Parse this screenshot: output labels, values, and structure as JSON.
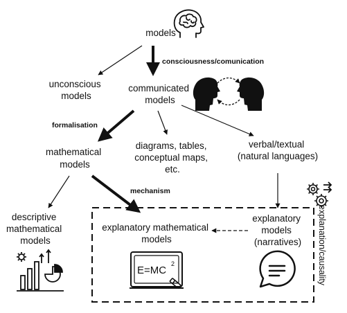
{
  "diagram": {
    "nodes": {
      "models": "models",
      "unconscious": [
        "unconscious",
        "models"
      ],
      "communicated": [
        "communicated",
        "models"
      ],
      "mathematical": [
        "mathematical",
        "models"
      ],
      "diagrams": [
        "diagrams, tables,",
        "conceptual maps,",
        "etc."
      ],
      "verbal": [
        "verbal/textual",
        "(natural languages)"
      ],
      "descriptive": [
        "descriptive",
        "mathematical",
        "models"
      ],
      "explanatory_math": [
        "explanatory mathematical",
        "models"
      ],
      "explanatory_narr": [
        "explanatory",
        "models",
        "(narratives)"
      ]
    },
    "edge_labels": {
      "consciousness": "consciousness/comunication",
      "formalisation": "formalisation",
      "mechanism": "mechanism"
    },
    "side_label": "explanation/causality",
    "equation": {
      "base": "E=MC",
      "sup": "2"
    },
    "colors": {
      "ink": "#111111",
      "background": "#ffffff"
    }
  }
}
